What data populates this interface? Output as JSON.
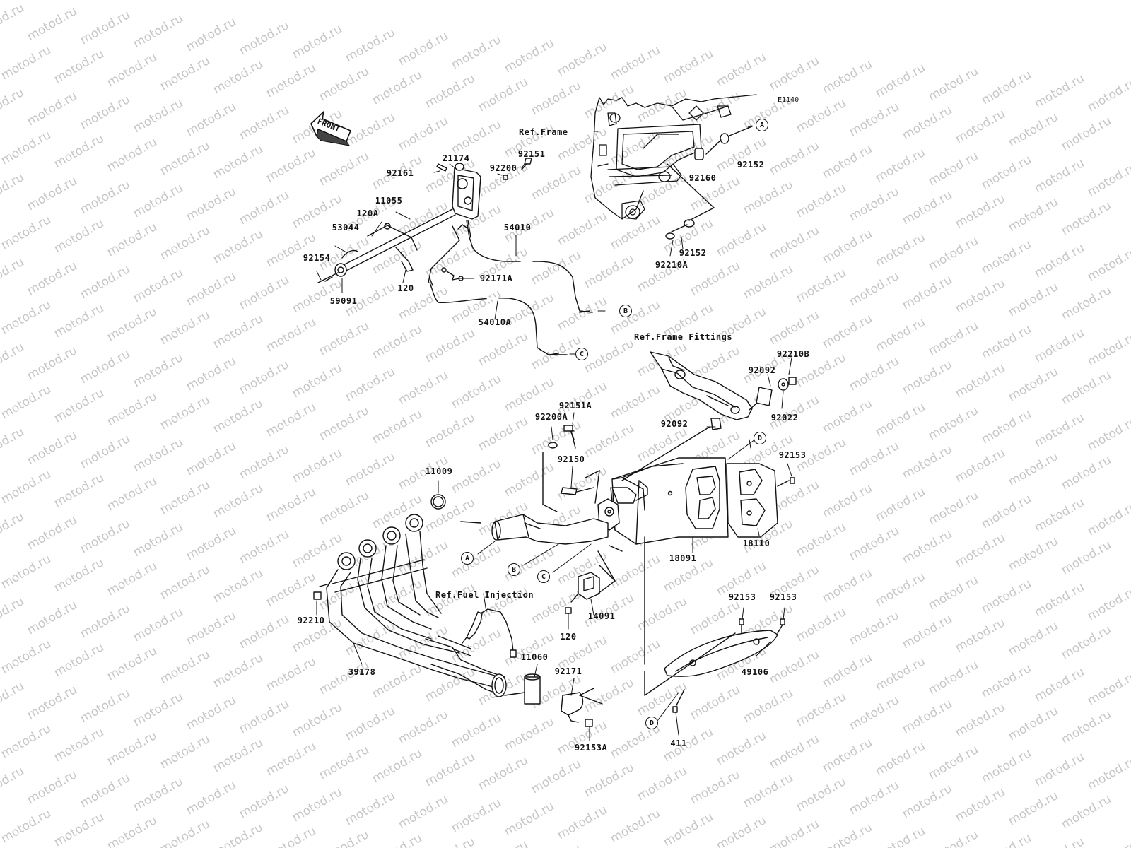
{
  "diagram": {
    "code": "E1140",
    "direction_label": "FRONT",
    "watermark": "motod.ru",
    "line_color": "#111111",
    "watermark_color": "#c6c6c6"
  },
  "references": {
    "frame": "Ref.Frame",
    "frame_fittings": "Ref.Frame Fittings",
    "fuel_injection": "Ref.Fuel Injection"
  },
  "parts": [
    {
      "number": "92161"
    },
    {
      "number": "21174"
    },
    {
      "number": "92200"
    },
    {
      "number": "92151"
    },
    {
      "number": "11055"
    },
    {
      "number": "120A"
    },
    {
      "number": "53044"
    },
    {
      "number": "92154"
    },
    {
      "number": "59091"
    },
    {
      "number": "120"
    },
    {
      "number": "54010"
    },
    {
      "number": "92171A"
    },
    {
      "number": "54010A"
    },
    {
      "number": "92152"
    },
    {
      "number": "92160"
    },
    {
      "number": "92152"
    },
    {
      "number": "92210A"
    },
    {
      "number": "92210B"
    },
    {
      "number": "92092"
    },
    {
      "number": "92022"
    },
    {
      "number": "92092"
    },
    {
      "number": "92151A"
    },
    {
      "number": "92200A"
    },
    {
      "number": "92150"
    },
    {
      "number": "92153"
    },
    {
      "number": "11009"
    },
    {
      "number": "18091"
    },
    {
      "number": "18110"
    },
    {
      "number": "14091"
    },
    {
      "number": "120"
    },
    {
      "number": "92210"
    },
    {
      "number": "39178"
    },
    {
      "number": "11060"
    },
    {
      "number": "92171"
    },
    {
      "number": "92153A"
    },
    {
      "number": "92153"
    },
    {
      "number": "92153"
    },
    {
      "number": "49106"
    },
    {
      "number": "411"
    }
  ],
  "callouts": [
    {
      "letter": "A"
    },
    {
      "letter": "B"
    },
    {
      "letter": "C"
    },
    {
      "letter": "D"
    },
    {
      "letter": "A"
    },
    {
      "letter": "B"
    },
    {
      "letter": "C"
    },
    {
      "letter": "D"
    }
  ]
}
